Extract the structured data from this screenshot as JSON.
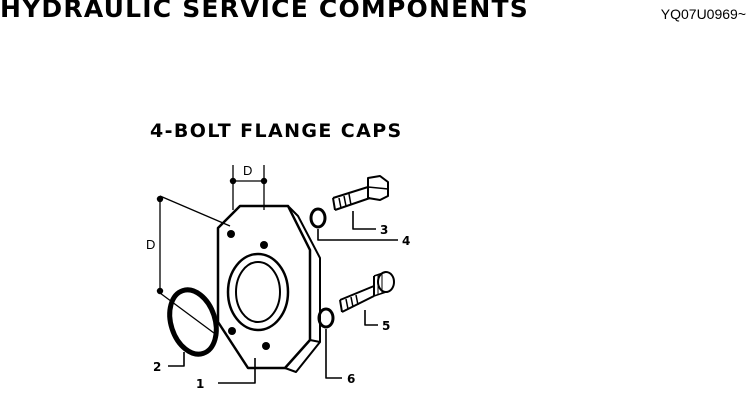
{
  "header": {
    "title": "HYDRAULIC SERVICE COMPONENTS",
    "code": "YQ07U0969~"
  },
  "diagram": {
    "section_title": "4-BOLT FLANGE CAPS",
    "dimension_label": "D",
    "callouts": [
      "1",
      "2",
      "3",
      "4",
      "5",
      "6"
    ]
  }
}
